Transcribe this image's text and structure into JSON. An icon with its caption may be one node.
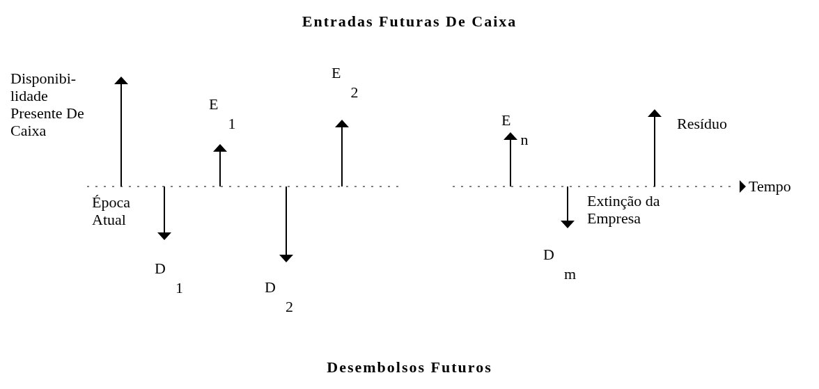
{
  "diagram": {
    "title": "Entradas Futuras De Caixa",
    "caption": "Desembolsos Futuros",
    "labels": [
      "Disponibi- lidade Presente De Caixa",
      "E$_{1}$",
      "E$_{2}$",
      "E$_{n}$",
      "Resíduo",
      "Tempo",
      "Época Atual",
      "Extinção da Empresa",
      "D$_{1}$",
      "D$_{2}$",
      "D$_{m}$"
    ]
  }
}
